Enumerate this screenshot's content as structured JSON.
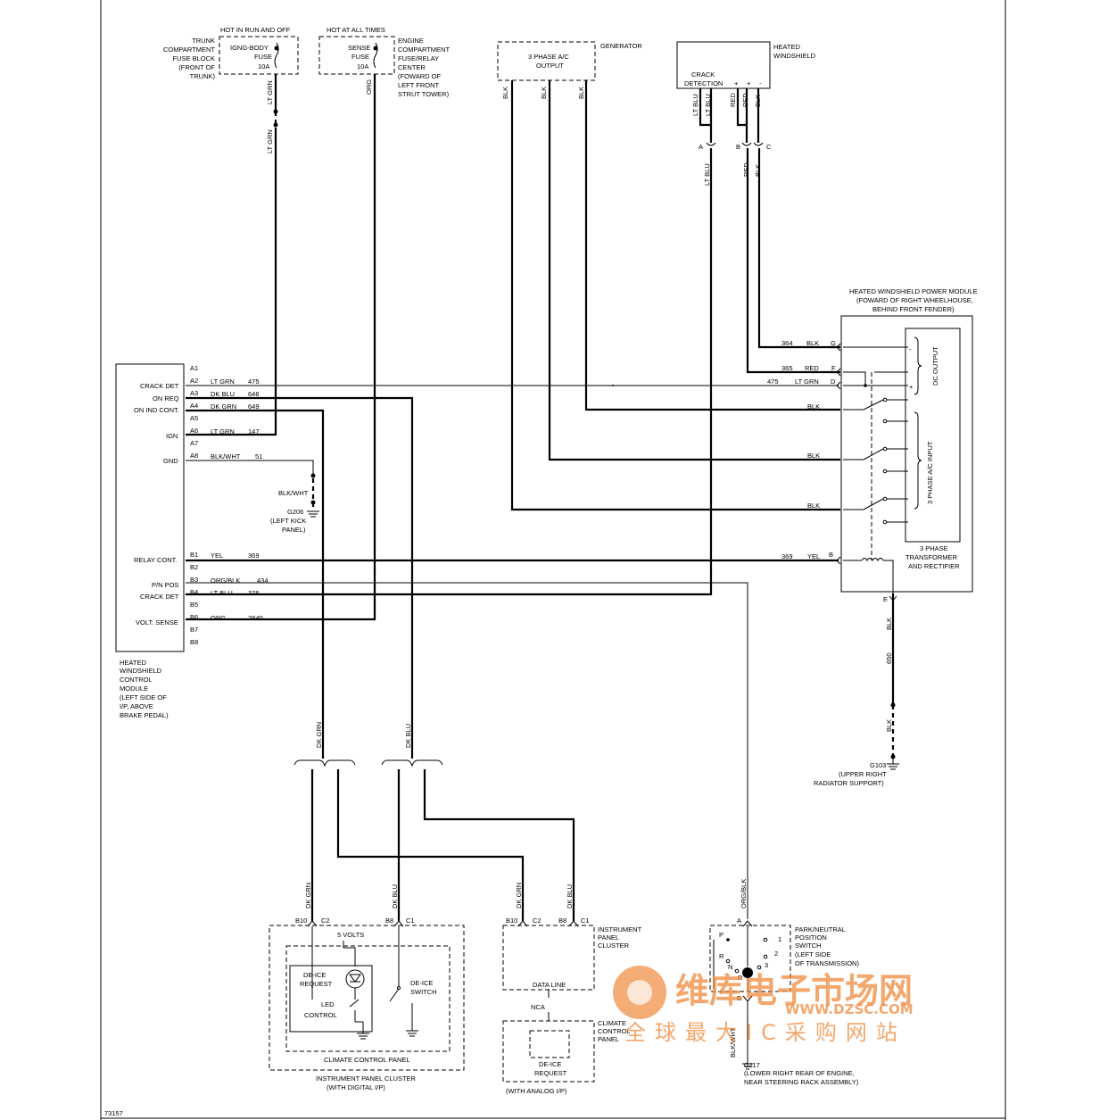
{
  "fuses": {
    "ign": {
      "header": "HOT IN RUN AND OFF",
      "name": "IGNG-BODY",
      "type": "FUSE",
      "rating": "10A",
      "location": [
        "TRUNK",
        "COMPARTMENT",
        "FUSE BLOCK",
        "(FRONT OF",
        "TRUNK)"
      ]
    },
    "sense": {
      "header": "HOT AT ALL TIMES",
      "name": "SENSE",
      "type": "FUSE",
      "rating": "10A",
      "location": [
        "ENGINE",
        "COMPARTMENT",
        "FUSE/RELAY",
        "CENTER",
        "(FOWARD OF",
        "LEFT FRONT",
        "STRUT TOWER)"
      ]
    }
  },
  "generator": {
    "name": "GENERATOR",
    "output": [
      "3 PHASE A/C",
      "OUTPUT"
    ],
    "wires": [
      "BLK",
      "BLK",
      "BLK"
    ]
  },
  "heated_windshield": {
    "name": [
      "HEATED",
      "WINDSHIELD"
    ],
    "crack": [
      "CRACK",
      "DETECTION"
    ],
    "polarity": [
      "+",
      "+",
      "-"
    ],
    "wires_top": [
      "LT BLU",
      "LT BLU",
      "RED",
      "RED",
      "BLK"
    ],
    "connectors": [
      "A",
      "B",
      "C"
    ],
    "wires_below": [
      "LT BLU",
      "RED",
      "BLK"
    ]
  },
  "power_module": {
    "title": [
      "HEATED WINDSHIELD POWER MODULE",
      "(FOWARD OF RIGHT WHEELHOUSE,",
      "BEHIND FRONT FENDER)"
    ],
    "pins": [
      {
        "circuit": "364",
        "color": "BLK",
        "pin": "G"
      },
      {
        "circuit": "365",
        "color": "RED",
        "pin": "F"
      },
      {
        "circuit": "475",
        "color": "LT GRN",
        "pin": "D"
      }
    ],
    "blk_lines": [
      "BLK",
      "BLK",
      "BLK"
    ],
    "dc_output": "DC OUTPUT",
    "ac_input": "3 PHASE A/C INPUT",
    "polarity": [
      "-",
      "+"
    ],
    "transformer": [
      "3 PHASE",
      "TRANSFORMER",
      "AND RECTIFIER"
    ],
    "relay_pin": {
      "circuit": "369",
      "color": "YEL",
      "pin": "B"
    },
    "ground_pin": "E"
  },
  "ground_g103": {
    "wire_color": "BLK",
    "circuit": "650",
    "wire_color2": "BLK",
    "name": "G103",
    "location": [
      "(UPPER RIGHT",
      "RADIATOR SUPPORT)"
    ]
  },
  "control_module": {
    "name": [
      "HEATED",
      "WINDSHIELD",
      "CONTROL",
      "MODULE",
      "(LEFT SIDE OF",
      "I/P, ABOVE",
      "BRAKE PEDAL)"
    ],
    "pins_a": [
      "A1",
      "A2",
      "A3",
      "A4",
      "A5",
      "A6",
      "A7",
      "A8"
    ],
    "pins_b": [
      "B1",
      "B2",
      "B3",
      "B4",
      "B5",
      "B6",
      "B7",
      "B8"
    ],
    "functions": [
      "CRACK DET",
      "ON REQ",
      "ON IND CONT.",
      "IGN",
      "GND",
      "RELAY CONT.",
      "P/N POS",
      "CRACK DET",
      "VOLT. SENSE"
    ],
    "wires": [
      {
        "color": "LT GRN",
        "circuit": "475"
      },
      {
        "color": "DK BLU",
        "circuit": "646"
      },
      {
        "color": "DK GRN",
        "circuit": "649"
      },
      {
        "color": "LT GRN",
        "circuit": "147"
      },
      {
        "color": "BLK/WHT",
        "circuit": "51"
      },
      {
        "color": "YEL",
        "circuit": "369"
      },
      {
        "color": "ORG/BLK",
        "circuit": "434"
      },
      {
        "color": "LT BLU",
        "circuit": "376"
      },
      {
        "color": "ORG",
        "circuit": "2840"
      }
    ]
  },
  "ground_g206": {
    "wire_color": "BLK/WHT",
    "name": "G206",
    "location": [
      "(LEFT KICK",
      "PANEL)"
    ]
  },
  "vertical_labels": {
    "lt_grn": "LT GRN",
    "org": "ORG",
    "dk_grn": "DK GRN",
    "dk_blu": "DK BLU",
    "org_blk": "ORG/BLK",
    "blk_wht": "BLK/WHT"
  },
  "ipc_digital": {
    "pins": [
      "B10",
      "C2",
      "B8",
      "C1"
    ],
    "volts": "5 VOLTS",
    "deice_request": [
      "DE-ICE",
      "REQUEST"
    ],
    "led_control": [
      "LED",
      "CONTROL"
    ],
    "deice_switch": [
      "DE-ICE",
      "SWITCH"
    ],
    "climate": "CLIMATE CONTROL PANEL",
    "caption": [
      "INSTRUMENT PANEL CLUSTER",
      "(WITH DIGITAL I/P)"
    ]
  },
  "ipc_analog": {
    "pins": [
      "B10",
      "C2",
      "B8",
      "C1"
    ],
    "name": [
      "INSTRUMENT",
      "PANEL",
      "CLUSTER"
    ],
    "data_line": "DATA LINE",
    "nca": "NCA",
    "climate": [
      "CLIMATE",
      "CONTROL",
      "PANEL"
    ],
    "deice_request": [
      "DE-ICE",
      "REQUEST"
    ],
    "caption": "(WITH ANALOG I/P)"
  },
  "pn_switch": {
    "pin_a": "A",
    "pin_d": "D",
    "name": [
      "PARK/NEUTRAL",
      "POSITION",
      "SWITCH",
      "(LEFT SIDE",
      "OF TRANSMISSION)"
    ],
    "positions": [
      "P",
      "R",
      "N",
      "D",
      "1",
      "2",
      "3"
    ],
    "ground_wire": "BLK/WHT",
    "ground_name": "G117",
    "ground_location": [
      "(LOWER RIGHT REAR OF ENGINE,",
      "NEAR STEERING RACK ASSEMBLY)"
    ]
  },
  "watermark": {
    "brand": "维库电子市场网",
    "url": "WWW.DZSC.COM",
    "slogan": "全球最大IC采购网站"
  },
  "figure_number": "73157"
}
